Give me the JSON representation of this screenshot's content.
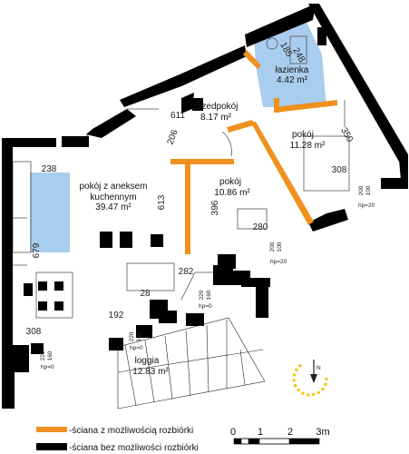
{
  "rooms": [
    {
      "name": "pokój z aneksem\nkuchennym",
      "area": "39.47 m²"
    },
    {
      "name": "przedpokój",
      "area": "8.17 m²"
    },
    {
      "name": "łazienka",
      "area": "4.42 m²"
    },
    {
      "name": "pokój",
      "area": "11.28 m²"
    },
    {
      "name": "pokój",
      "area": "10.86 m²"
    },
    {
      "name": "loggia",
      "area": "12.83 m²"
    }
  ],
  "dimensions": {
    "d238": "238",
    "d679": "679",
    "d308_left": "308",
    "d192": "192",
    "d28": "28",
    "d282": "282",
    "d613": "613",
    "d611": "611",
    "d206": "206",
    "d396": "396",
    "d280": "280",
    "d185": "185",
    "d248": "248",
    "d350": "350",
    "d308_right": "308"
  },
  "window_marks": [
    {
      "w": "220",
      "h": "160",
      "hp": "hp=0"
    },
    {
      "w": "220",
      "h": "160",
      "hp": "hp=0"
    },
    {
      "w": "220",
      "h": "160",
      "hp": "hp=0"
    },
    {
      "w": "200",
      "h": "100",
      "hp": "hp=20"
    },
    {
      "w": "200",
      "h": "100",
      "hp": "hp=20"
    }
  ],
  "legend": [
    {
      "text": "-ściana z możliwością rozbiórki",
      "color": "#f0901e"
    },
    {
      "text": "-ściana bez możliwości rozbiórki",
      "color": "#000000"
    }
  ],
  "scale": {
    "ticks": [
      "0",
      "1",
      "2",
      "3m"
    ]
  },
  "compass": {
    "letter": "N"
  },
  "colors": {
    "wet_area": "#a9cdee",
    "removable_wall": "#f0901e",
    "wall": "#000000"
  }
}
